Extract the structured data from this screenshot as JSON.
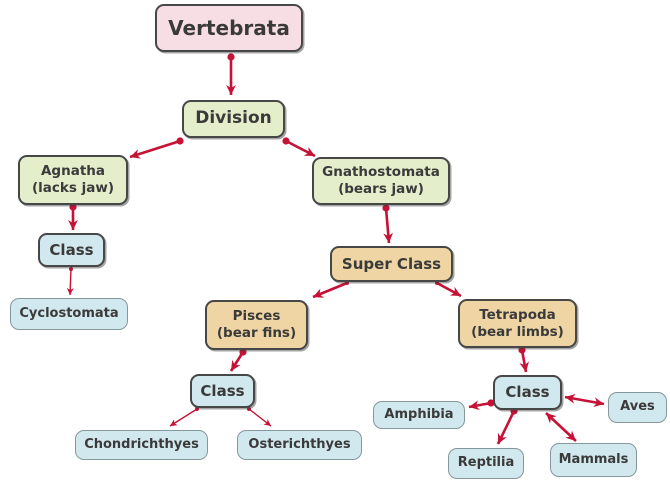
{
  "colors": {
    "background": "#ffffff",
    "box-pink": "#f7dee4",
    "box-green": "#e5eeca",
    "box-tan": "#eed5a3",
    "box-blue": "#d1e8ee",
    "box-border-dark": "#474747",
    "box-border-light": "#85989c",
    "arrow-red": "#c51236",
    "text": "#3a3a3a"
  },
  "diagram": {
    "type": "flowchart",
    "nodes": {
      "vertebrata": {
        "label": "Vertebrata",
        "category": "phylum"
      },
      "division": {
        "label": "Division",
        "category": "rank"
      },
      "agnatha": {
        "label": "Agnatha\n(lacks jaw)",
        "category": "division"
      },
      "gnathostomata": {
        "label": "Gnathostomata\n(bears jaw)",
        "category": "division"
      },
      "class_agnatha": {
        "label": "Class",
        "category": "rank"
      },
      "cyclostomata": {
        "label": "Cyclostomata",
        "category": "class"
      },
      "super_class": {
        "label": "Super Class",
        "category": "rank"
      },
      "pisces": {
        "label": "Pisces\n(bear fins)",
        "category": "superclass"
      },
      "tetrapoda": {
        "label": "Tetrapoda\n(bear limbs)",
        "category": "superclass"
      },
      "class_pisces": {
        "label": "Class",
        "category": "rank"
      },
      "chondrichthyes": {
        "label": "Chondrichthyes",
        "category": "class"
      },
      "osterichthyes": {
        "label": "Osterichthyes",
        "category": "class"
      },
      "class_tetrapoda": {
        "label": "Class",
        "category": "rank"
      },
      "amphibia": {
        "label": "Amphibia",
        "category": "class"
      },
      "reptilia": {
        "label": "Reptilia",
        "category": "class"
      },
      "mammals": {
        "label": "Mammals",
        "category": "class"
      },
      "aves": {
        "label": "Aves",
        "category": "class"
      }
    },
    "edges": [
      {
        "from": "vertebrata",
        "to": "division",
        "style": "thick"
      },
      {
        "from": "division",
        "to": "agnatha",
        "style": "thick"
      },
      {
        "from": "division",
        "to": "gnathostomata",
        "style": "thick"
      },
      {
        "from": "agnatha",
        "to": "class_agnatha",
        "style": "thick"
      },
      {
        "from": "class_agnatha",
        "to": "cyclostomata",
        "style": "thin"
      },
      {
        "from": "gnathostomata",
        "to": "super_class",
        "style": "thick"
      },
      {
        "from": "super_class",
        "to": "pisces",
        "style": "thick"
      },
      {
        "from": "super_class",
        "to": "tetrapoda",
        "style": "thick"
      },
      {
        "from": "pisces",
        "to": "class_pisces",
        "style": "thick"
      },
      {
        "from": "class_pisces",
        "to": "chondrichthyes",
        "style": "thin"
      },
      {
        "from": "class_pisces",
        "to": "osterichthyes",
        "style": "thin"
      },
      {
        "from": "tetrapoda",
        "to": "class_tetrapoda",
        "style": "thick"
      },
      {
        "from": "class_tetrapoda",
        "to": "amphibia",
        "style": "thick"
      },
      {
        "from": "class_tetrapoda",
        "to": "reptilia",
        "style": "thick"
      },
      {
        "from": "class_tetrapoda",
        "to": "mammals",
        "style": "thick-double"
      },
      {
        "from": "class_tetrapoda",
        "to": "aves",
        "style": "thick-double"
      }
    ]
  }
}
